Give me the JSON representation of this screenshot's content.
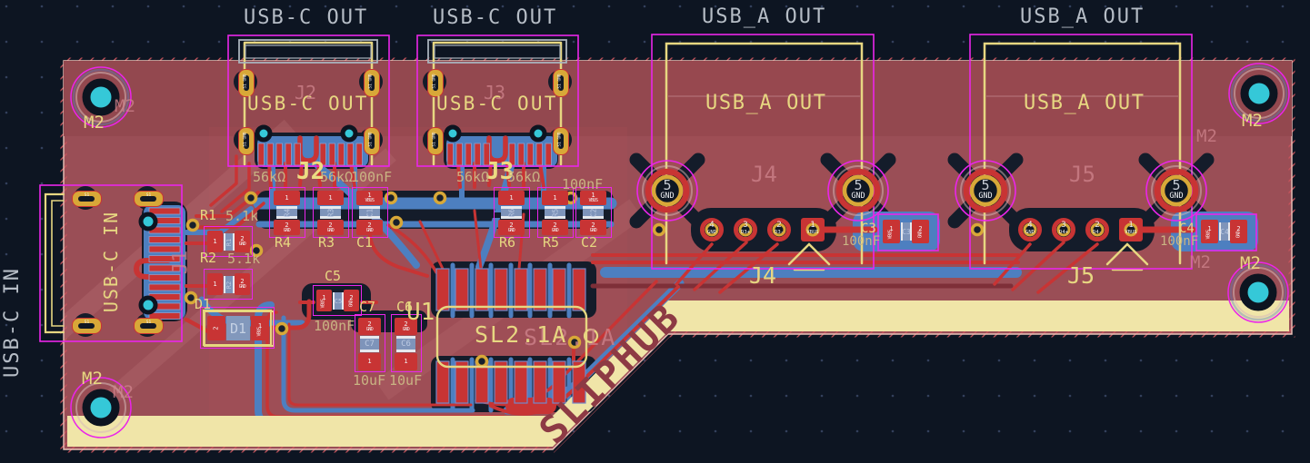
{
  "board": {
    "name": "SLIPHUB"
  },
  "ic": {
    "ref": "U1",
    "value": "SL2.1A",
    "fab_value": "SL2.1A"
  },
  "connectors": [
    {
      "ref": "J1",
      "silk": "USB-C IN",
      "gray_label": "USB-C IN",
      "fab_ref": "J1",
      "shield": "S1 GND",
      "shield_pad": "S1",
      "shield_net": "GND"
    },
    {
      "ref": "J2",
      "silk": "USB-C OUT",
      "gray_label": "USB-C OUT",
      "fab_ref": "J2",
      "shield": "S1 GND",
      "shield_pad": "S1",
      "shield_net": "GND"
    },
    {
      "ref": "J3",
      "silk": "USB-C OUT",
      "gray_label": "USB-C OUT",
      "fab_ref": "J3",
      "shield": "S1 GND",
      "shield_pad": "S1",
      "shield_net": "GND"
    },
    {
      "ref": "J4",
      "silk": "USB_A OUT",
      "gray_label": "USB_A OUT",
      "fab_ref": "J4",
      "big_pads": [
        {
          "n": "5",
          "net": "GND"
        },
        {
          "n": "5",
          "net": "GND"
        }
      ],
      "pins": [
        {
          "n": "4",
          "net": "GND"
        },
        {
          "n": "3",
          "net": "D3+"
        },
        {
          "n": "2",
          "net": "D3-"
        },
        {
          "n": "1",
          "net": "VBUS"
        }
      ]
    },
    {
      "ref": "J5",
      "silk": "USB_A OUT",
      "gray_label": "USB_A OUT",
      "fab_ref": "J5",
      "big_pads": [
        {
          "n": "5",
          "net": "GND"
        },
        {
          "n": "5",
          "net": "GND"
        }
      ],
      "pins": [
        {
          "n": "4",
          "net": "GND"
        },
        {
          "n": "3",
          "net": "D4+"
        },
        {
          "n": "2",
          "net": "D4-"
        },
        {
          "n": "1",
          "net": "VBUS"
        }
      ]
    }
  ],
  "components": [
    {
      "ref": "R1",
      "value": "5.1k",
      "pa_n": "1",
      "pa_net": "",
      "pb_n": "2",
      "pb_net": "GND",
      "body": "R1"
    },
    {
      "ref": "R2",
      "value": "5.1k",
      "pa_n": "1",
      "pa_net": "",
      "pb_n": "2",
      "pb_net": "GND",
      "body": "R2"
    },
    {
      "ref": "R4",
      "value": "56kΩ",
      "pa_n": "1",
      "pa_net": "",
      "pb_n": "2",
      "pb_net": "GND",
      "body": "R4"
    },
    {
      "ref": "R3",
      "value": "56kΩ",
      "pa_n": "1",
      "pa_net": "",
      "pb_n": "2",
      "pb_net": "GND",
      "body": "R3"
    },
    {
      "ref": "C1",
      "value": "100nF",
      "pa_n": "1",
      "pa_net": "VBUS",
      "pb_n": "2",
      "pb_net": "GND",
      "body": "C1"
    },
    {
      "ref": "R6",
      "value": "56kΩ",
      "pa_n": "1",
      "pa_net": "",
      "pb_n": "2",
      "pb_net": "GND",
      "body": "R6"
    },
    {
      "ref": "R5",
      "value": "56kΩ",
      "pa_n": "1",
      "pa_net": "",
      "pb_n": "2",
      "pb_net": "GND",
      "body": "R5"
    },
    {
      "ref": "C2",
      "value": "100nF",
      "pa_n": "1",
      "pa_net": "VBUS",
      "pb_n": "2",
      "pb_net": "GND",
      "body": "C2"
    },
    {
      "ref": "C5",
      "value": "100nF",
      "pa_n": "1",
      "pa_net": "VBUS",
      "pb_n": "2",
      "pb_net": "GND",
      "body": "C5"
    },
    {
      "ref": "C7",
      "value": "10uF",
      "pa_n": "2",
      "pa_net": "GND",
      "pb_n": "1",
      "pb_net": "",
      "body": "C7"
    },
    {
      "ref": "C6",
      "value": "10uF",
      "pa_n": "2",
      "pa_net": "GND",
      "pb_n": "1",
      "pb_net": "",
      "body": "C6"
    },
    {
      "ref": "D1",
      "value": "",
      "pa_n": "2",
      "pa_net": "",
      "pb_n": "1",
      "pb_net": "VBUS",
      "body": "D1"
    },
    {
      "ref": "C3",
      "value": "100nF",
      "pa_n": "1",
      "pa_net": "VBUS",
      "pb_n": "2",
      "pb_net": "GND",
      "body": "C3"
    },
    {
      "ref": "C4",
      "value": "100nF",
      "pa_n": "1",
      "pa_net": "VBUS",
      "pb_n": "2",
      "pb_net": "GND",
      "body": "C4"
    }
  ],
  "mounting_holes": [
    {
      "silk": "M2",
      "fab": "M2"
    },
    {
      "silk": "M2",
      "fab": "M2"
    },
    {
      "silk": "M2",
      "fab": "M2"
    },
    {
      "silk": "M2",
      "fab": "M2"
    }
  ],
  "colors": {
    "background": "#0d1522",
    "board": "#9a4e56",
    "copper_top": "#c83434",
    "copper_bottom": "#4d7fc0",
    "silkscreen": "#e7d781",
    "silk_zone": "#f0e5a8",
    "courtyard": "#ea25ea",
    "drill": "#35c8d8",
    "fab_gray": "#b6bdc6",
    "fab_pink": "#c5828a",
    "value_text": "#c9b483",
    "via": "#d8a838"
  }
}
